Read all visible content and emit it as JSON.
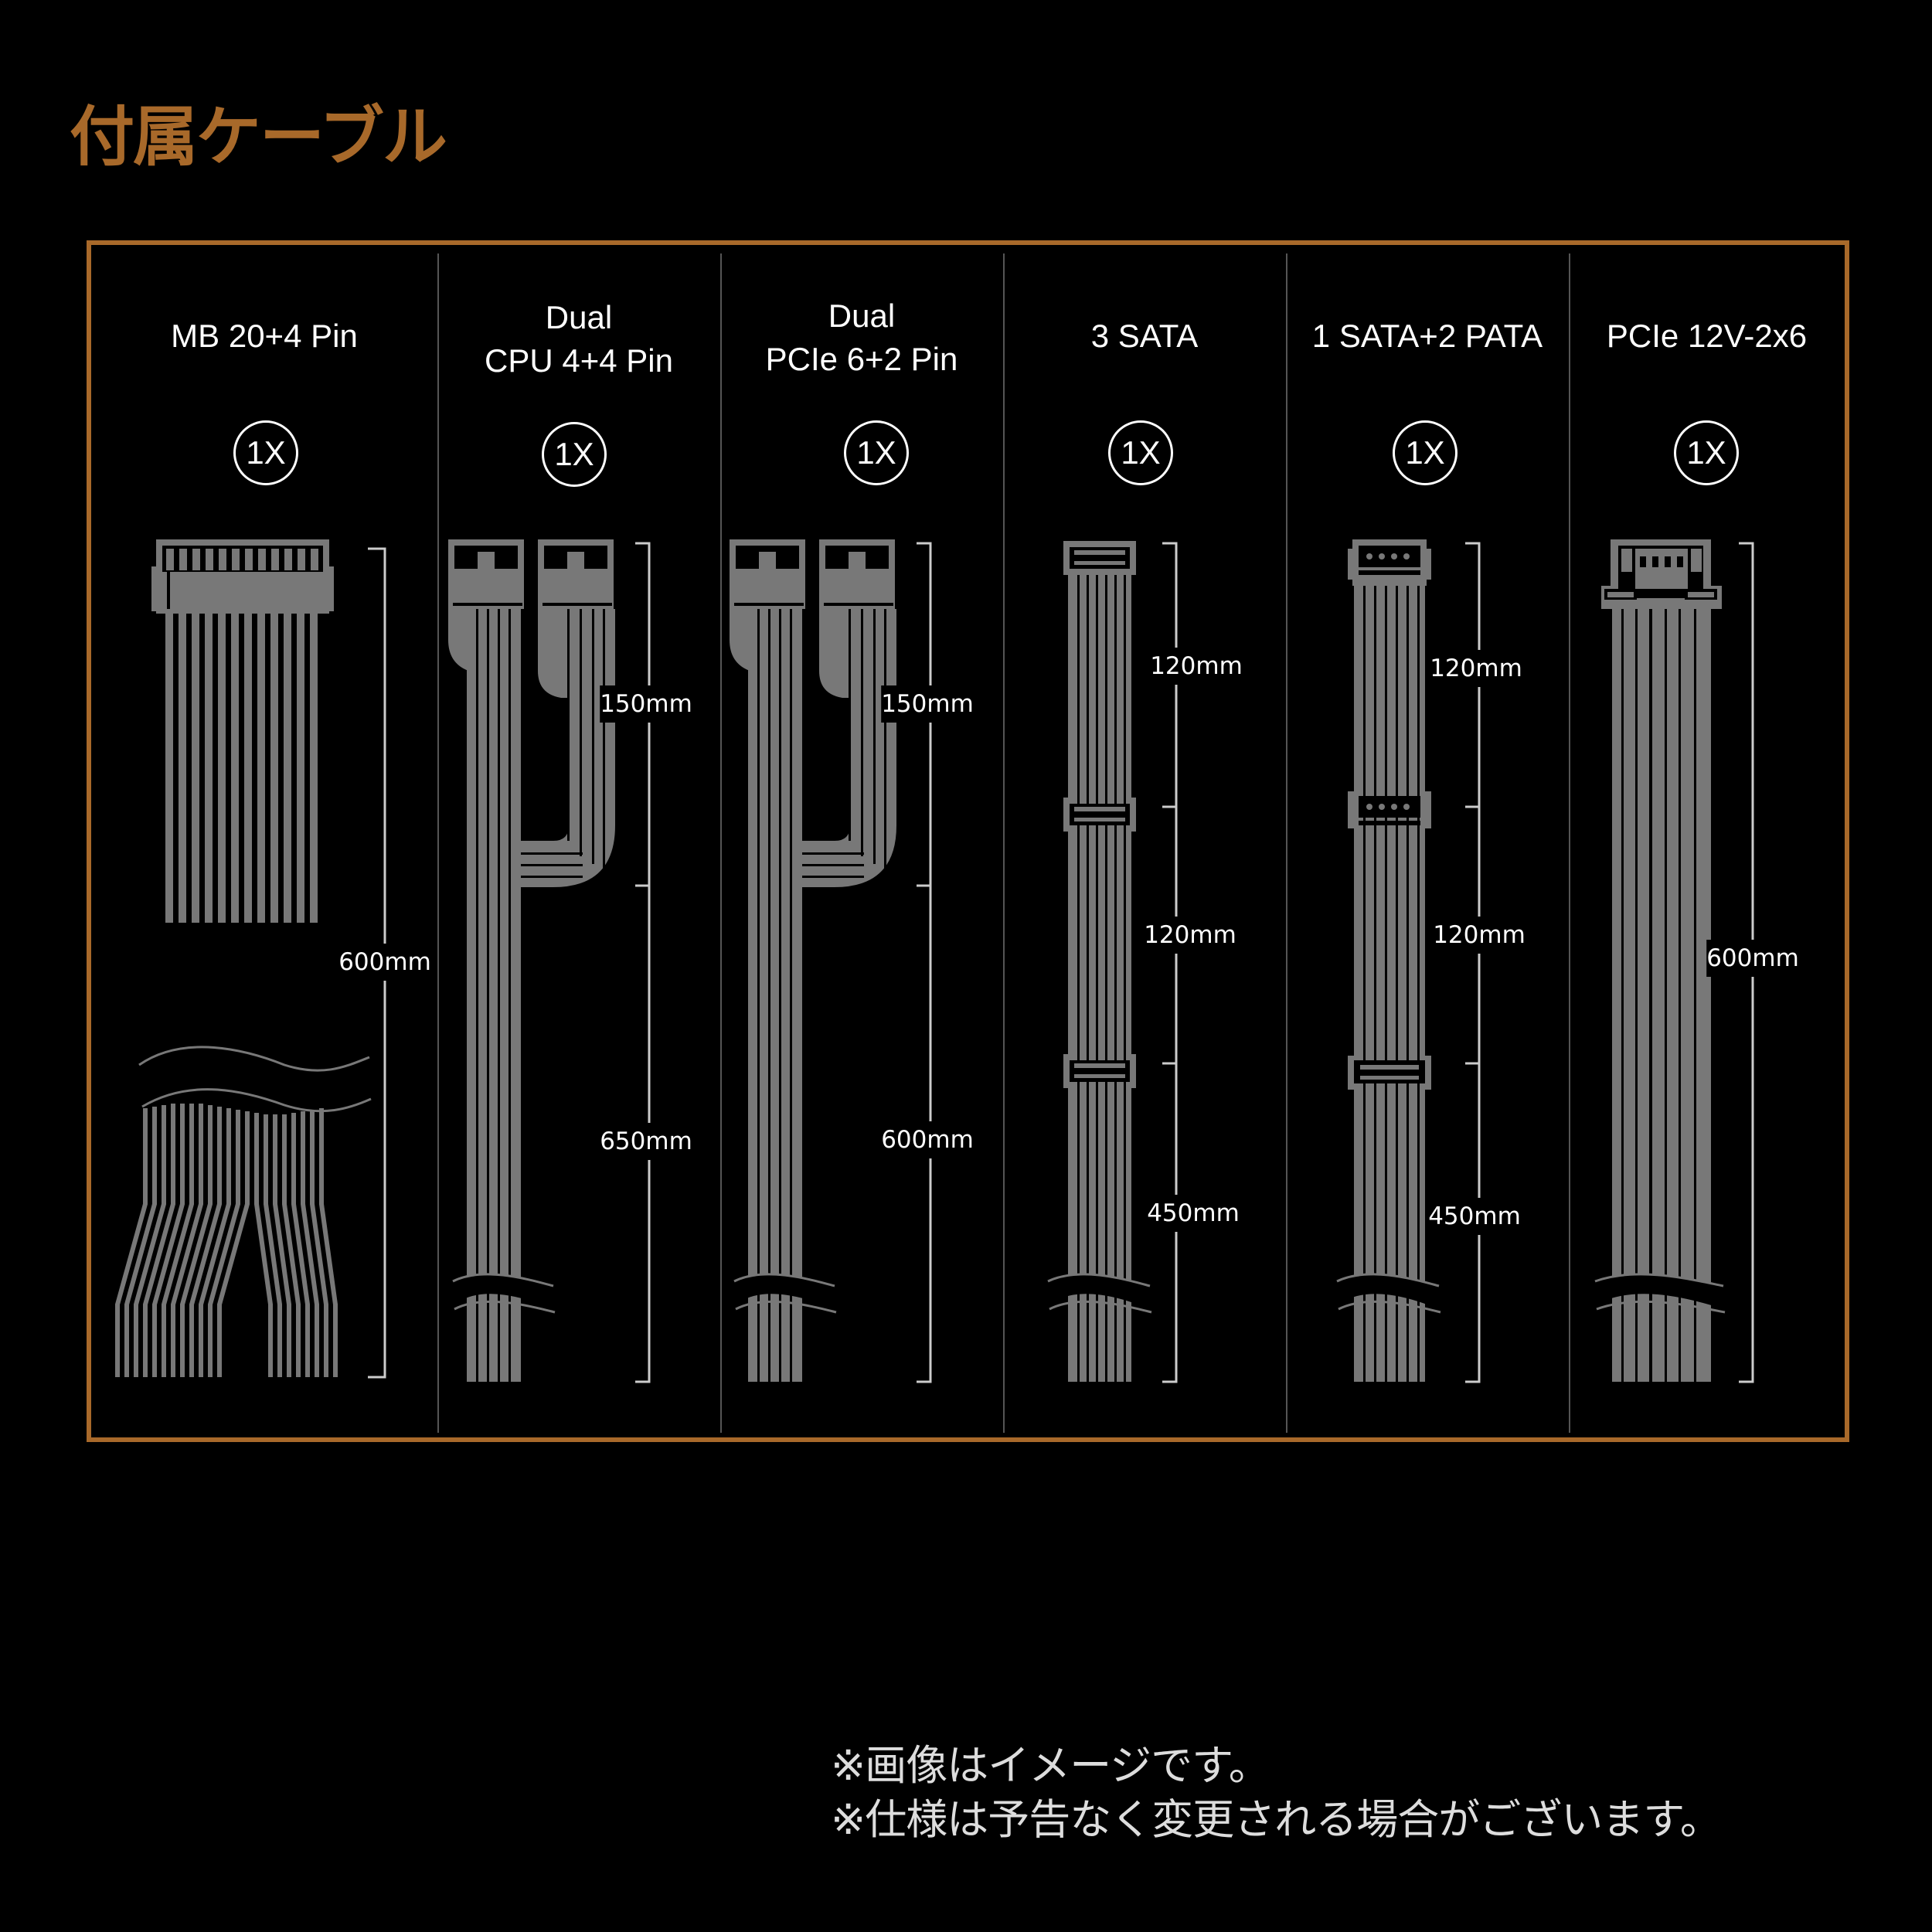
{
  "title": "付属ケーブル",
  "colors": {
    "accent": "#a8692a",
    "cable": "#787878",
    "text": "#ffffff",
    "divider": "#555555",
    "background": "#000000"
  },
  "cables": [
    {
      "id": "mb",
      "title_lines": [
        "MB 20+4 Pin"
      ],
      "quantity": "1X",
      "segments": [
        {
          "length": "600mm"
        }
      ],
      "connector": "atx-24pin-icon"
    },
    {
      "id": "cpu",
      "title_lines": [
        "Dual",
        "CPU 4+4 Pin"
      ],
      "quantity": "1X",
      "segments": [
        {
          "length": "150mm"
        },
        {
          "length": "650mm"
        }
      ],
      "connector": "eps-8pin-icon"
    },
    {
      "id": "pcie",
      "title_lines": [
        "Dual",
        "PCIe 6+2 Pin"
      ],
      "quantity": "1X",
      "segments": [
        {
          "length": "150mm"
        },
        {
          "length": "600mm"
        }
      ],
      "connector": "pcie-8pin-icon"
    },
    {
      "id": "sata",
      "title_lines": [
        "3 SATA"
      ],
      "quantity": "1X",
      "segments": [
        {
          "length": "120mm"
        },
        {
          "length": "120mm"
        },
        {
          "length": "450mm"
        }
      ],
      "connector": "sata-icon"
    },
    {
      "id": "sata-pata",
      "title_lines": [
        "1 SATA+2 PATA"
      ],
      "quantity": "1X",
      "segments": [
        {
          "length": "120mm"
        },
        {
          "length": "120mm"
        },
        {
          "length": "450mm"
        }
      ],
      "connector": "molex-icon"
    },
    {
      "id": "12v2x6",
      "title_lines": [
        "PCIe 12V-2x6"
      ],
      "quantity": "1X",
      "segments": [
        {
          "length": "600mm"
        }
      ],
      "connector": "12v-2x6-icon"
    }
  ],
  "notes": [
    "※画像はイメージです。",
    "※仕様は予告なく変更される場合がございます。"
  ]
}
